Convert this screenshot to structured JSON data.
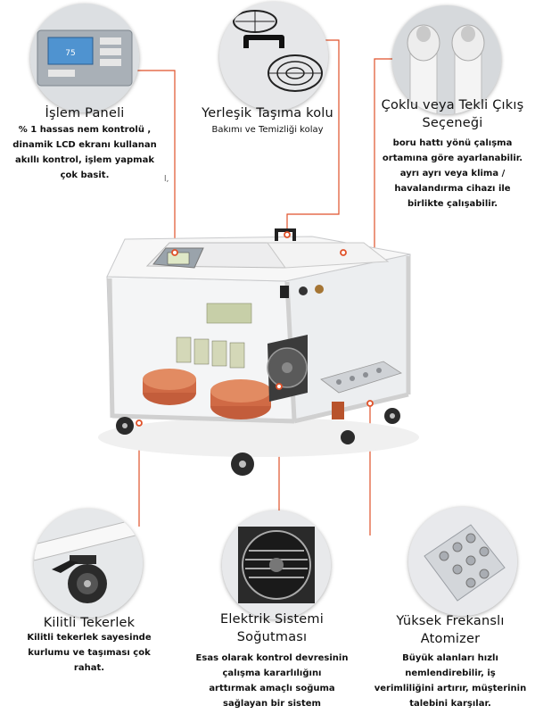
{
  "features": {
    "panel": {
      "title": "İşlem Paneli",
      "desc": [
        "% 1 hassas nem kontrolü ,",
        "dinamik LCD ekranı kullanan",
        "akıllı kontrol, işlem yapmak",
        "çok basit."
      ],
      "lcd_value": "75"
    },
    "handle": {
      "title": "Yerleşik Taşıma kolu",
      "desc": [
        "Bakımı ve Temizliği kolay"
      ]
    },
    "outlet": {
      "title": [
        "Çoklu veya Tekli Çıkış",
        "Seçeneği"
      ],
      "desc": [
        "boru hattı yönü çalışma",
        "ortamına göre ayarlanabilir.",
        "ayrı ayrı veya klima /",
        "havalandırma cihazı ile",
        "birlikte çalışabilir."
      ]
    },
    "wheel": {
      "title": "Kilitli Tekerlek",
      "desc": [
        "Kilitli tekerlek sayesinde",
        "kurlumu ve taşıması çok",
        "rahat."
      ]
    },
    "cooling": {
      "title": [
        "Elektrik Sistemi",
        "Soğutması"
      ],
      "desc": [
        "Esas olarak kontrol devresinin",
        "çalışma kararlılığını",
        "arttırmak amaçlı soğuma",
        "sağlayan bir sistem"
      ]
    },
    "atomizer": {
      "title": [
        "Yüksek Frekanslı",
        "Atomizer"
      ],
      "desc": [
        "Büyük alanları hızlı",
        "nemlendirebilir, iş",
        "verimliliğini artırır, müşterinin",
        "talebini karşılar."
      ]
    }
  },
  "stray_mark": "l,",
  "colors": {
    "accent": "#e0522a",
    "machine_frame": "#d8d8d8",
    "panel_blue": "#3d7fb8"
  },
  "icons": [
    "control-panel-image",
    "handle-grill-image",
    "pipe-outlet-image",
    "wheel-image",
    "fan-image",
    "atomizer-image"
  ]
}
